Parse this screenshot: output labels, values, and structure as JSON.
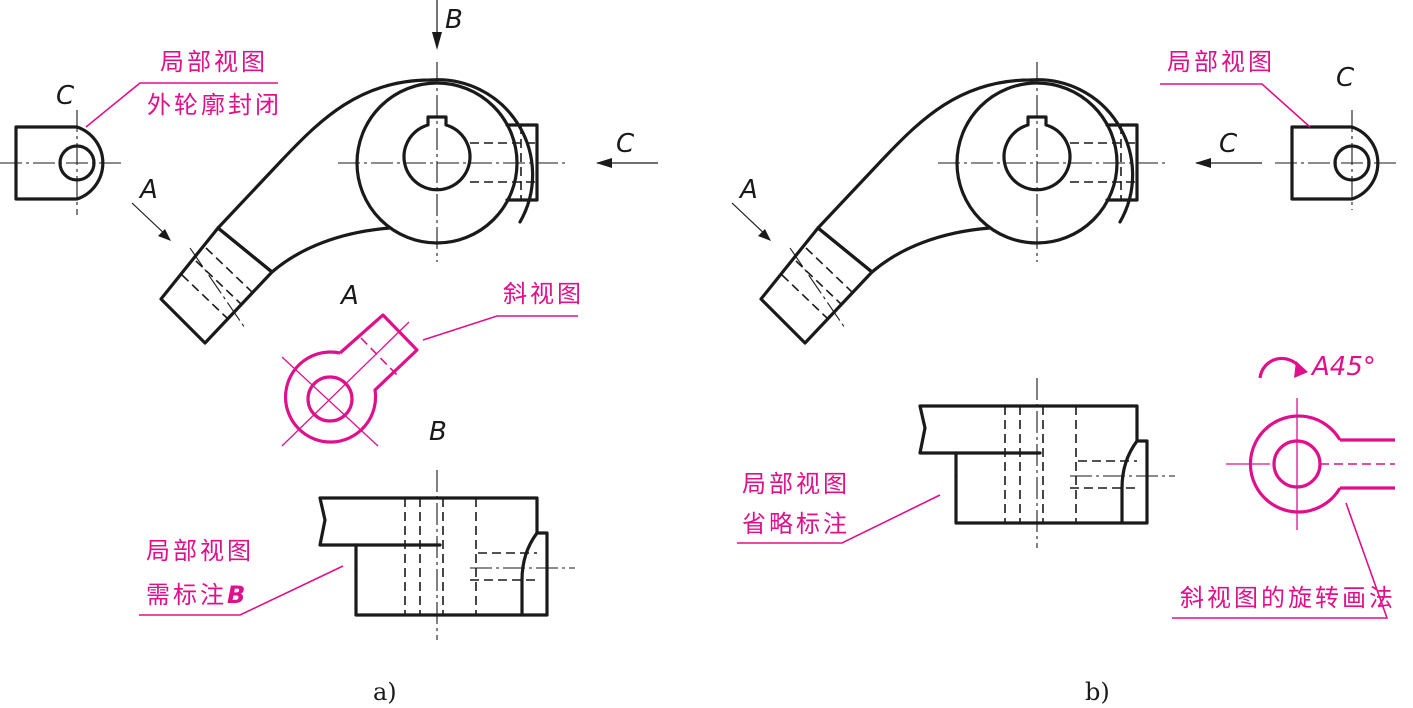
{
  "panel_a": {
    "caption": "a)",
    "view_labels": {
      "B_arrow": "B",
      "C_view": "C",
      "A_arrow": "A",
      "C_arrow": "C",
      "A_view": "A",
      "B_view": "B"
    },
    "notes": {
      "c_view_line1": "局部视图",
      "c_view_line2": "外轮廓封闭",
      "oblique_view": "斜视图",
      "b_view_line1": "局部视图",
      "b_view_line2_prefix": "需标注",
      "b_view_line2_letter": "B"
    }
  },
  "panel_b": {
    "caption": "b)",
    "view_labels": {
      "C_view": "C",
      "A_arrow": "A",
      "C_arrow": "C",
      "rotated_label": "A45°"
    },
    "notes": {
      "c_view": "局部视图",
      "omitted_line1": "局部视图",
      "omitted_line2": "省略标注",
      "rotated": "斜视图的旋转画法"
    }
  },
  "colors": {
    "outline": "#1a1a1a",
    "annotation": "#e0108c"
  }
}
